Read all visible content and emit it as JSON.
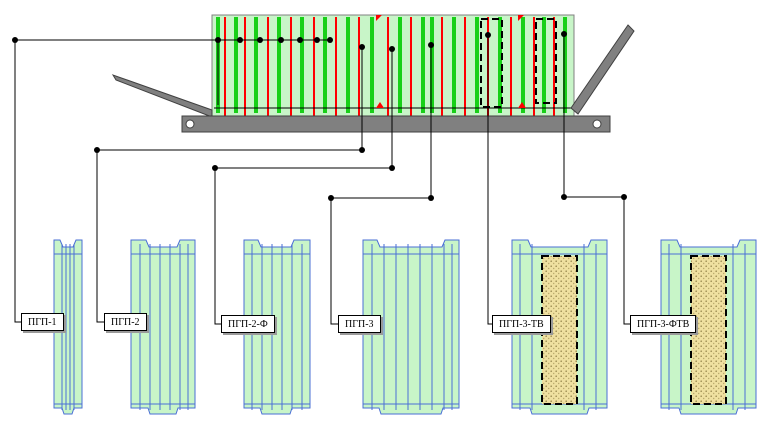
{
  "labels": {
    "p1": "ПГП-1",
    "p2": "ПГП-2",
    "p3": "ПГП-2-Ф",
    "p4": "ПГП-3",
    "p5": "ПГП-3-ТВ",
    "p6": "ПГП-3-ФТВ"
  },
  "colors": {
    "panel_fill": "#c8f5c8",
    "panel_stroke": "#4a6fd6",
    "wall_fill": "#c8f5c8",
    "green_rib": "#18d018",
    "red_rib": "#ff0000",
    "beam_fill": "#808080",
    "insulation": "#e8d68a",
    "line": "#000000"
  },
  "icons": {
    "connector_dot": "filled-circle",
    "beam": "gray-bar",
    "insulation_core": "dotted-fill"
  }
}
